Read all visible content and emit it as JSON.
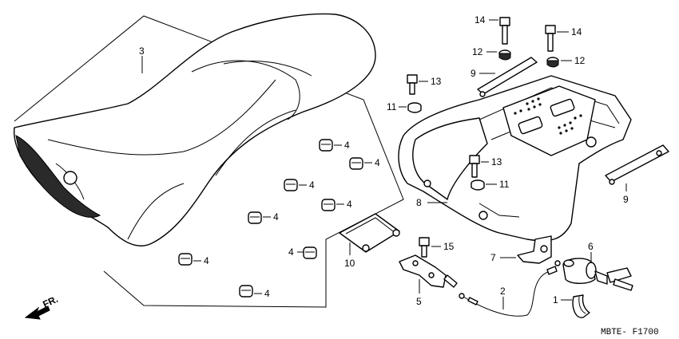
{
  "figure_code": "MBTE- F1700",
  "direction_label": "FR.",
  "labels": {
    "seat": "3",
    "seat_cushion": "4",
    "seat_bracket": "10",
    "rear_rack": "8",
    "rack_rubber": "9",
    "rack_bolt": "14",
    "rack_collar": "12",
    "rack_bolt_b": "13",
    "rack_grommet": "11",
    "lock_bracket": "7",
    "seat_lock": "6",
    "lock_clip": "1",
    "lock_cable": "2",
    "cable_bracket": "5",
    "cable_bolt": "15"
  }
}
